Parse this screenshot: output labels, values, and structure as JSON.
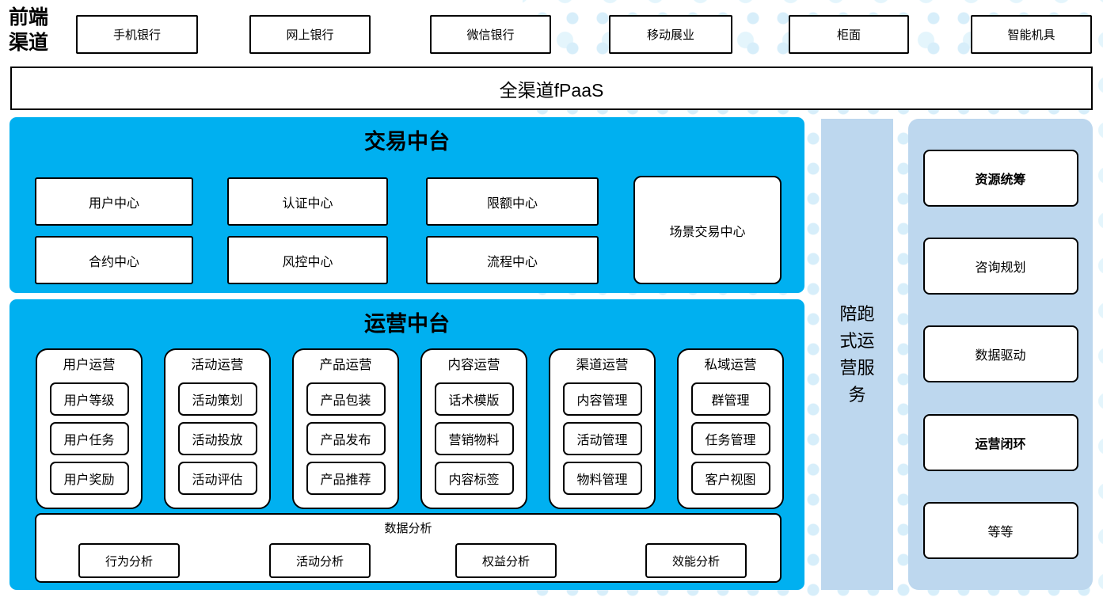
{
  "channels": {
    "label": "前端渠道",
    "items": [
      "手机银行",
      "网上银行",
      "微信银行",
      "移动展业",
      "柜面",
      "智能机具"
    ]
  },
  "fpaas": {
    "label": "全渠道fPaaS"
  },
  "trading": {
    "title": "交易中台",
    "row1": [
      "用户中心",
      "认证中心",
      "限额中心"
    ],
    "row2": [
      "合约中心",
      "风控中心",
      "流程中心"
    ],
    "side_box": "场景交易中心"
  },
  "operations": {
    "title": "运营中台",
    "columns": [
      {
        "title": "用户运营",
        "items": [
          "用户等级",
          "用户任务",
          "用户奖励"
        ]
      },
      {
        "title": "活动运营",
        "items": [
          "活动策划",
          "活动投放",
          "活动评估"
        ]
      },
      {
        "title": "产品运营",
        "items": [
          "产品包装",
          "产品发布",
          "产品推荐"
        ]
      },
      {
        "title": "内容运营",
        "items": [
          "话术模版",
          "营销物料",
          "内容标签"
        ]
      },
      {
        "title": "渠道运营",
        "items": [
          "内容管理",
          "活动管理",
          "物料管理"
        ]
      },
      {
        "title": "私域运营",
        "items": [
          "群管理",
          "任务管理",
          "客户视图"
        ]
      }
    ],
    "analysis": {
      "title": "数据分析",
      "items": [
        "行为分析",
        "活动分析",
        "权益分析",
        "效能分析"
      ]
    }
  },
  "service_strip": {
    "label": "陪跑式运营服务"
  },
  "right_panel": {
    "items": [
      {
        "label": "资源统筹",
        "bold": true
      },
      {
        "label": "咨询规划",
        "bold": false
      },
      {
        "label": "数据驱动",
        "bold": false
      },
      {
        "label": "运营闭环",
        "bold": true
      },
      {
        "label": "等等",
        "bold": false
      }
    ]
  },
  "colors": {
    "primary_blue": "#00B0F0",
    "light_blue": "#BDD7EE",
    "dot_blue": "#D7EEFA",
    "dot_blue_light": "#E4F5FC"
  }
}
